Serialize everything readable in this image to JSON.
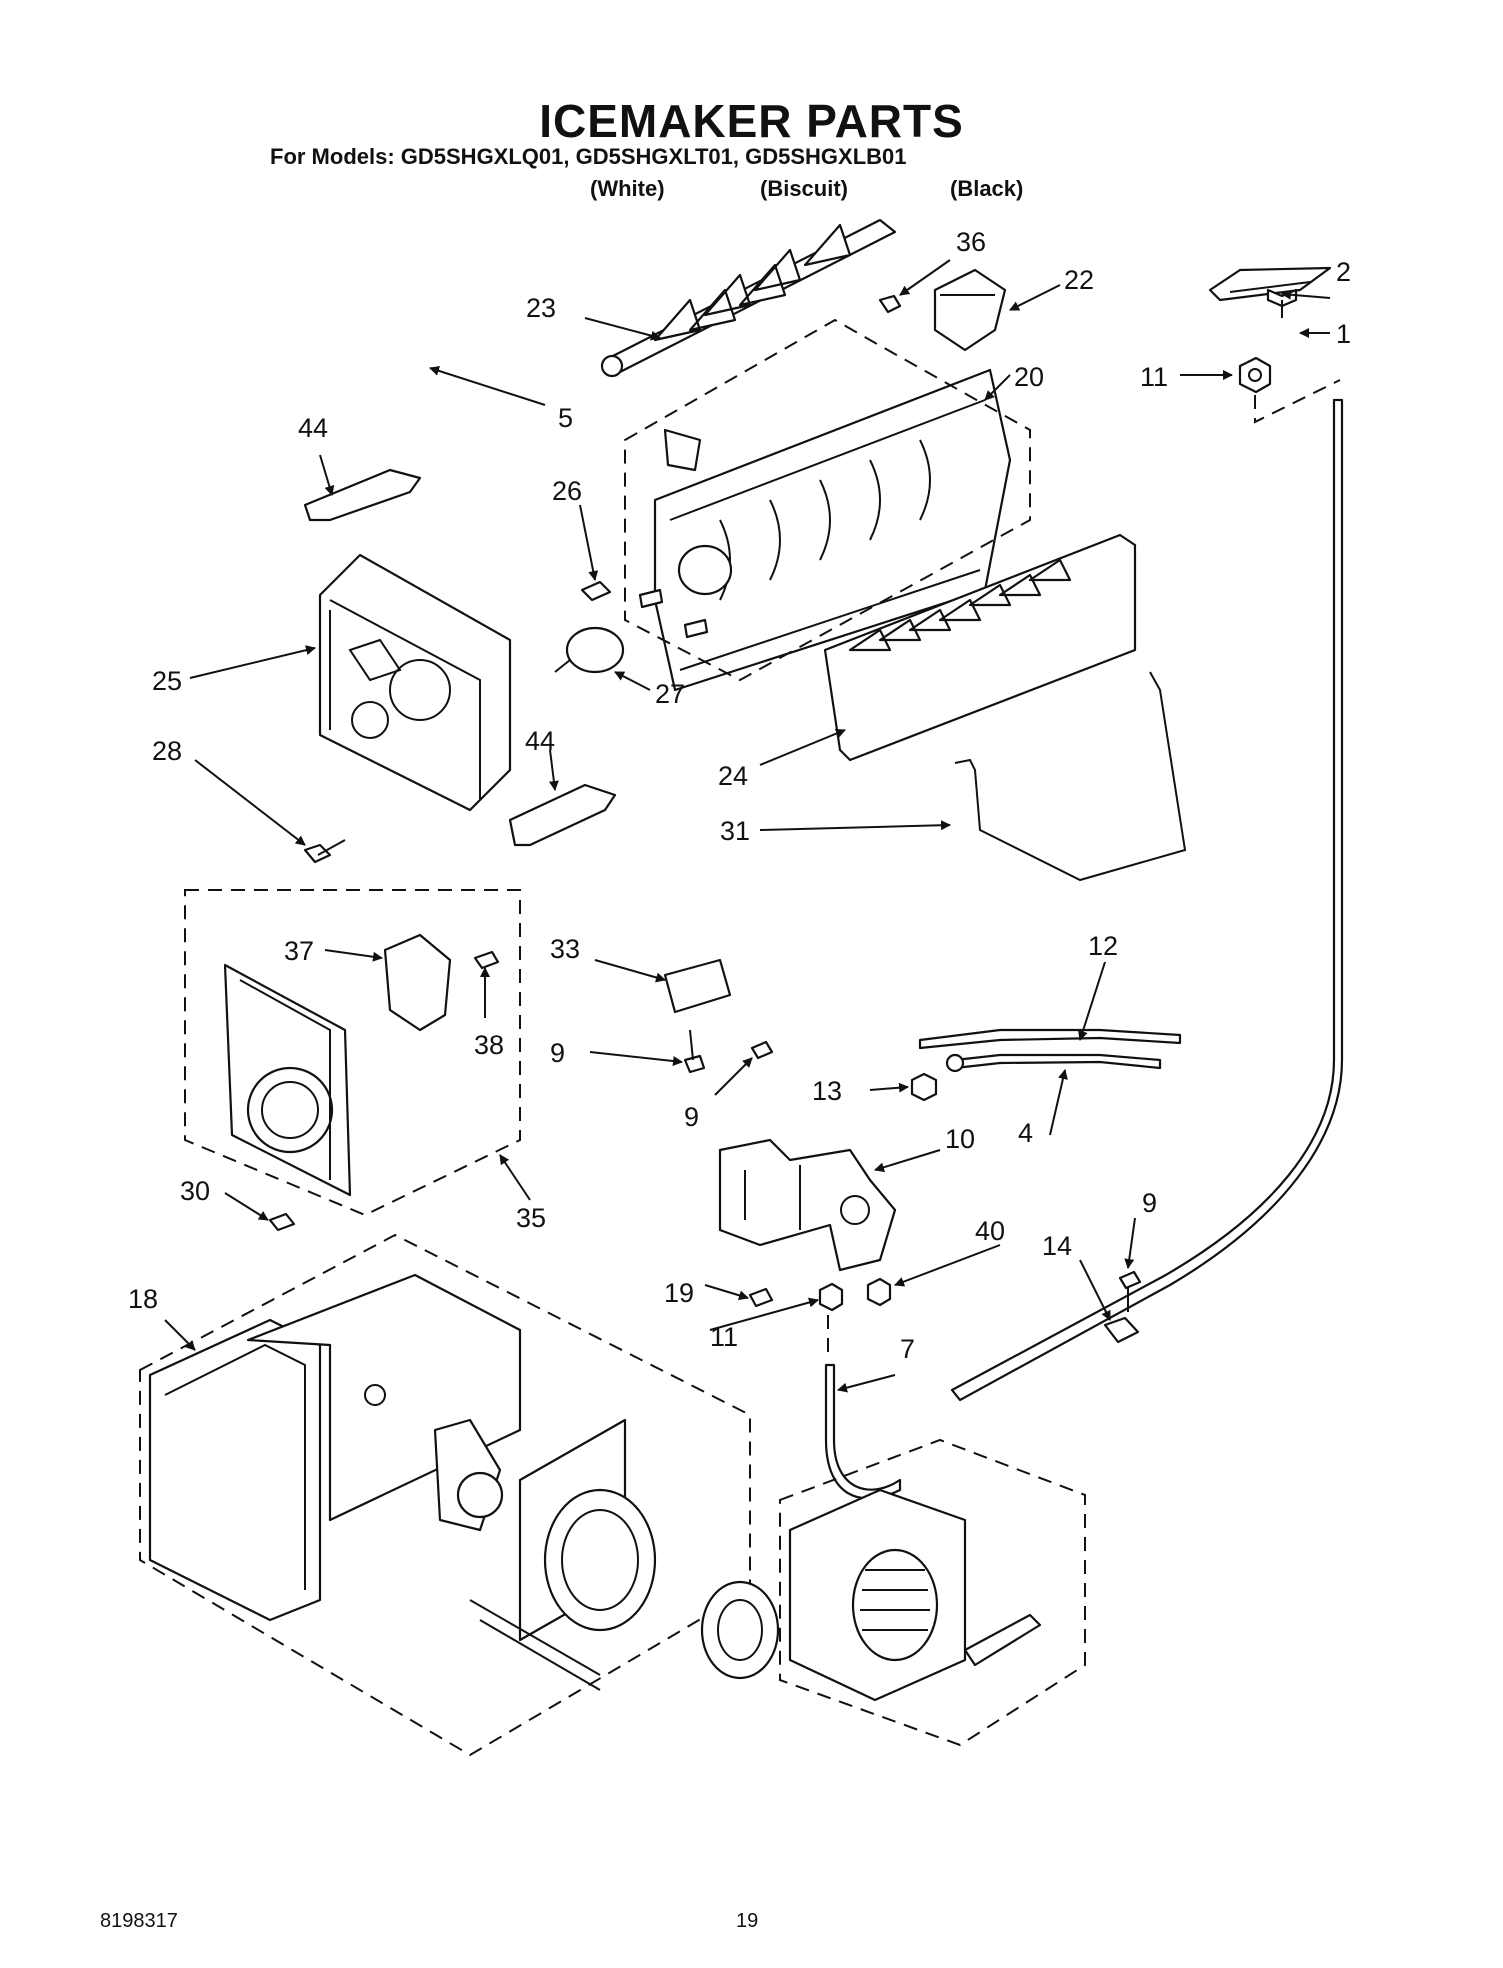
{
  "header": {
    "title": "ICEMAKER PARTS",
    "models_line": "For Models: GD5SHGXLQ01, GD5SHGXLT01, GD5SHGXLB01",
    "variants": [
      "(White)",
      "(Biscuit)",
      "(Black)"
    ]
  },
  "callouts": {
    "c1": "1",
    "c2": "2",
    "c4": "4",
    "c5": "5",
    "c7": "7",
    "c9a": "9",
    "c9b": "9",
    "c9c": "9",
    "c10": "10",
    "c11a": "11",
    "c11b": "11",
    "c12": "12",
    "c13": "13",
    "c14": "14",
    "c18": "18",
    "c19": "19",
    "c20": "20",
    "c22": "22",
    "c23": "23",
    "c24": "24",
    "c25": "25",
    "c26": "26",
    "c27": "27",
    "c28": "28",
    "c30": "30",
    "c31": "31",
    "c33": "33",
    "c35": "35",
    "c36": "36",
    "c37": "37",
    "c38": "38",
    "c40": "40",
    "c44a": "44",
    "c44b": "44"
  },
  "footer": {
    "doc_number": "8198317",
    "page_number": "19"
  }
}
